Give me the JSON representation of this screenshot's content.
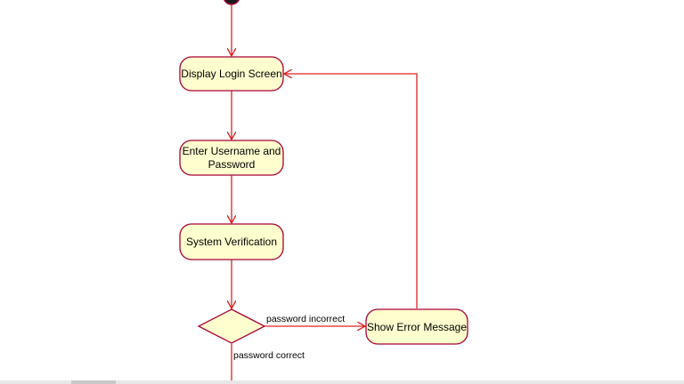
{
  "colors": {
    "node_fill": "#FEFECE",
    "node_stroke": "#A80036",
    "edge": "#E02020",
    "start_fill": "#1a1a1a",
    "start_stroke": "#A80036"
  },
  "nodes": {
    "display_login": {
      "label": "Display Login Screen"
    },
    "enter_credentials": {
      "line1": "Enter Username and",
      "line2": "Password"
    },
    "system_verification": {
      "label": "System Verification"
    },
    "show_error": {
      "label": "Show Error Message"
    }
  },
  "edges": {
    "incorrect_label": "password incorrect",
    "correct_label": "password correct"
  }
}
